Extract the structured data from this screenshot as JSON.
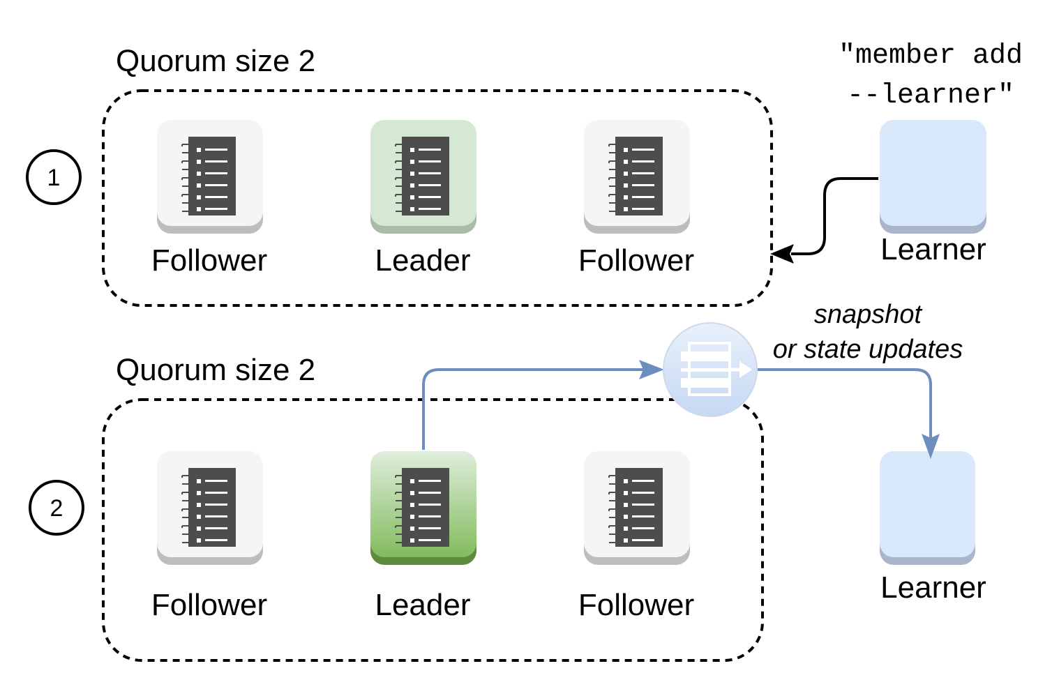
{
  "step1": {
    "number": "1",
    "quorum_label": "Quorum size 2",
    "nodes": [
      {
        "label": "Follower",
        "role": "follower"
      },
      {
        "label": "Leader",
        "role": "leader"
      },
      {
        "label": "Follower",
        "role": "follower"
      }
    ],
    "learner_label": "Learner",
    "command_line1": "\"member add",
    "command_line2": "--learner\""
  },
  "step2": {
    "number": "2",
    "quorum_label": "Quorum size 2",
    "nodes": [
      {
        "label": "Follower",
        "role": "follower"
      },
      {
        "label": "Leader",
        "role": "leader"
      },
      {
        "label": "Follower",
        "role": "follower"
      }
    ],
    "learner_label": "Learner",
    "transfer_line1": "snapshot",
    "transfer_line2": "or state updates"
  },
  "colors": {
    "follower_fill": "#f5f5f5",
    "leader_light_fill": "#d5e8d4",
    "leader_active_fill": "#8cc16a",
    "learner_fill": "#dae8fc",
    "flow_arrow": "#6c8ebf",
    "icon": "#4d4d4d"
  },
  "icons": {
    "node": "notebook-list-icon",
    "transfer": "message-transfer-icon"
  }
}
